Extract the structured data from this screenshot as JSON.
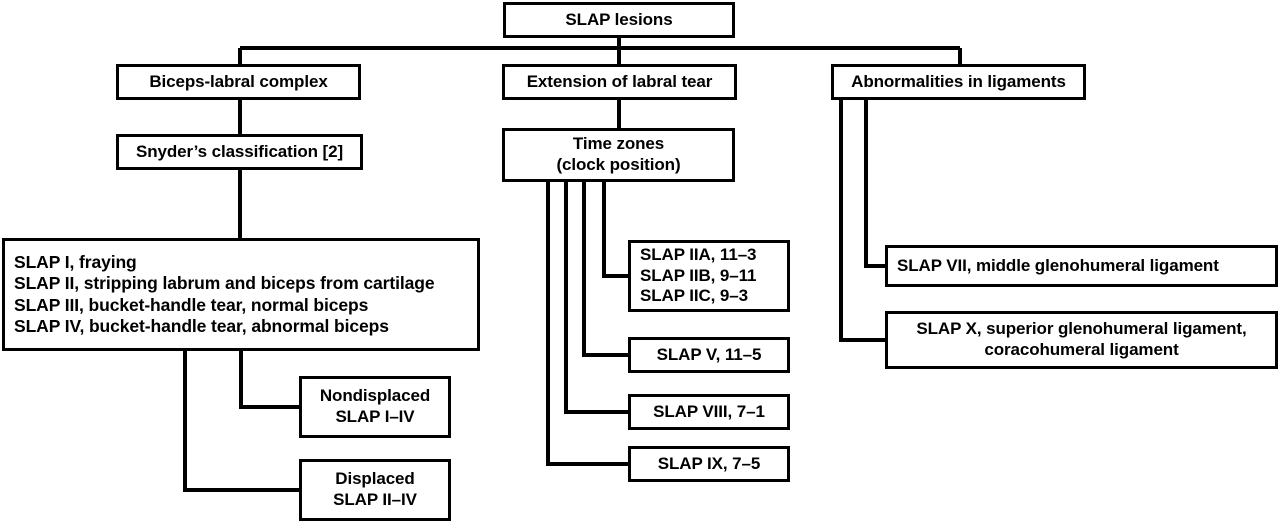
{
  "diagram": {
    "title": "SLAP lesions classification flowchart",
    "line_color": "#000000",
    "box_fill": "#ffffff",
    "text_color": "#000000"
  },
  "nodes": {
    "root": {
      "label": "SLAP lesions"
    },
    "biceps": {
      "label": "Biceps-labral complex"
    },
    "extension": {
      "label": "Extension of labral tear"
    },
    "abnormalities": {
      "label": "Abnormalities in ligaments"
    },
    "snyder": {
      "label": "Snyder’s classification [2]"
    },
    "timezones": {
      "line1": "Time zones",
      "line2": "(clock position)"
    },
    "snyder_list": {
      "line1": "SLAP I, fraying",
      "line2": "SLAP II, stripping labrum and biceps from cartilage",
      "line3": "SLAP III, bucket-handle tear, normal biceps",
      "line4": "SLAP IV, bucket-handle tear, abnormal biceps"
    },
    "nondisplaced": {
      "line1": "Nondisplaced",
      "line2": "SLAP I–IV"
    },
    "displaced": {
      "line1": "Displaced",
      "line2": "SLAP II–IV"
    },
    "slap_2abc": {
      "line1": "SLAP IIA, 11–3",
      "line2": "SLAP IIB, 9–11",
      "line3": "SLAP IIC, 9–3"
    },
    "slap_v": {
      "label": "SLAP V, 11–5"
    },
    "slap_viii": {
      "label": "SLAP VIII, 7–1"
    },
    "slap_ix": {
      "label": "SLAP IX, 7–5"
    },
    "slap_vii": {
      "label": "SLAP VII, middle glenohumeral ligament"
    },
    "slap_x": {
      "line1": "SLAP X, superior glenohumeral ligament,",
      "line2": "coracohumeral ligament"
    }
  }
}
